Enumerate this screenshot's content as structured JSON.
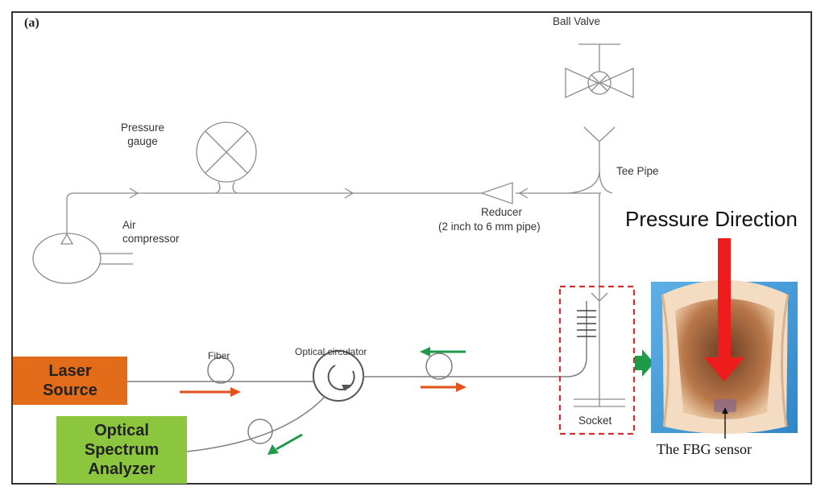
{
  "figure": {
    "panel_label": "(a)",
    "pressure_direction": "Pressure Direction",
    "fbg_caption": "The FBG sensor"
  },
  "components": {
    "ball_valve": "Ball Valve",
    "tee_pipe": "Tee Pipe",
    "pressure_gauge": "Pressure\ngauge",
    "air_compressor": "Air\ncompressor",
    "reducer": "Reducer",
    "reducer_spec": "(2 inch to 6 mm pipe)",
    "fiber": "Fiber",
    "optical_circulator": "Optical circulator",
    "socket": "Socket",
    "laser_source": "Laser\nSource",
    "osa": "Optical\nSpectrum\nAnalyzer"
  },
  "colors": {
    "laser_box": "#e36c1a",
    "osa_box": "#8cc63f",
    "forward_arrow": "#e2531b",
    "return_arrow": "#1f9a48",
    "pressure_arrow": "#ee1c1c",
    "dashed_box": "#e02a2a",
    "line": "#8c8c8c"
  }
}
